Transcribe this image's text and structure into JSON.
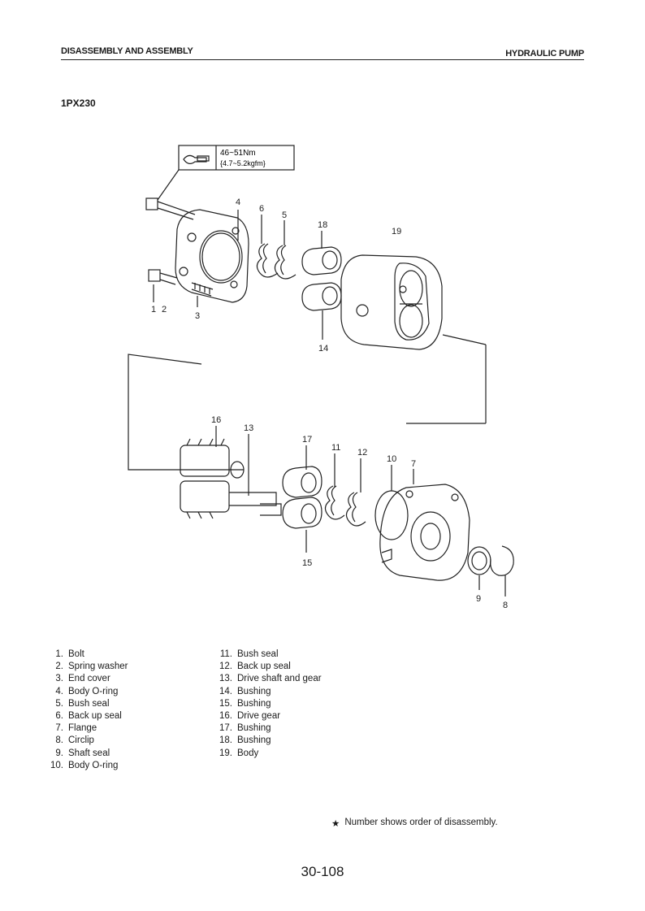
{
  "header": {
    "section": "DISASSEMBLY AND ASSEMBLY",
    "component": "HYDRAULIC PUMP"
  },
  "model": "1PX230",
  "diagram": {
    "torque_line1": "46~51Nm",
    "torque_line2": "{4.7~5.2kgfm}",
    "callouts": [
      "1",
      "2",
      "3",
      "4",
      "5",
      "6",
      "7",
      "8",
      "9",
      "10",
      "11",
      "12",
      "13",
      "14",
      "15",
      "16",
      "17",
      "18",
      "19"
    ]
  },
  "legend_left": [
    {
      "num": "1.",
      "label": "Bolt"
    },
    {
      "num": "2.",
      "label": "Spring washer"
    },
    {
      "num": "3.",
      "label": "End cover"
    },
    {
      "num": "4.",
      "label": "Body O-ring"
    },
    {
      "num": "5.",
      "label": "Bush seal"
    },
    {
      "num": "6.",
      "label": "Back up seal"
    },
    {
      "num": "7.",
      "label": "Flange"
    },
    {
      "num": "8.",
      "label": "Circlip"
    },
    {
      "num": "9.",
      "label": "Shaft seal"
    },
    {
      "num": "10.",
      "label": "Body O-ring"
    }
  ],
  "legend_right": [
    {
      "num": "11.",
      "label": "Bush seal"
    },
    {
      "num": "12.",
      "label": "Back up seal"
    },
    {
      "num": "13.",
      "label": "Drive shaft and gear"
    },
    {
      "num": "14.",
      "label": "Bushing"
    },
    {
      "num": "15.",
      "label": "Bushing"
    },
    {
      "num": "16.",
      "label": "Drive gear"
    },
    {
      "num": "17.",
      "label": "Bushing"
    },
    {
      "num": "18.",
      "label": "Bushing"
    },
    {
      "num": "19.",
      "label": "Body"
    }
  ],
  "note": {
    "symbol": "★",
    "text": "Number shows order of disassembly."
  },
  "page_number": "30-108"
}
